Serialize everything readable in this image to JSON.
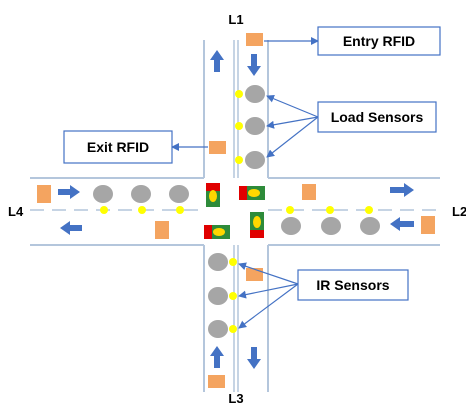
{
  "diagram": {
    "lanes": {
      "top": "L1",
      "right": "L2",
      "bottom": "L3",
      "left": "L4"
    },
    "callouts": {
      "entry_rfid": "Entry RFID",
      "exit_rfid": "Exit RFID",
      "load_sensors": "Load Sensors",
      "ir_sensors": "IR Sensors"
    },
    "colors": {
      "road_edge": "#b4c6dc",
      "lane_divider": "#b4c6dc",
      "flow_arrow": "#4472c4",
      "callout_line": "#4472c4",
      "callout_border": "#4472c4",
      "rfid_reader": "#f4a460",
      "load_sensor": "#a6a6a6",
      "ir_sensor": "#ffff00",
      "signal_red": "#e00000",
      "signal_yellow": "#ffd700",
      "signal_green": "#2e8b3a"
    }
  }
}
